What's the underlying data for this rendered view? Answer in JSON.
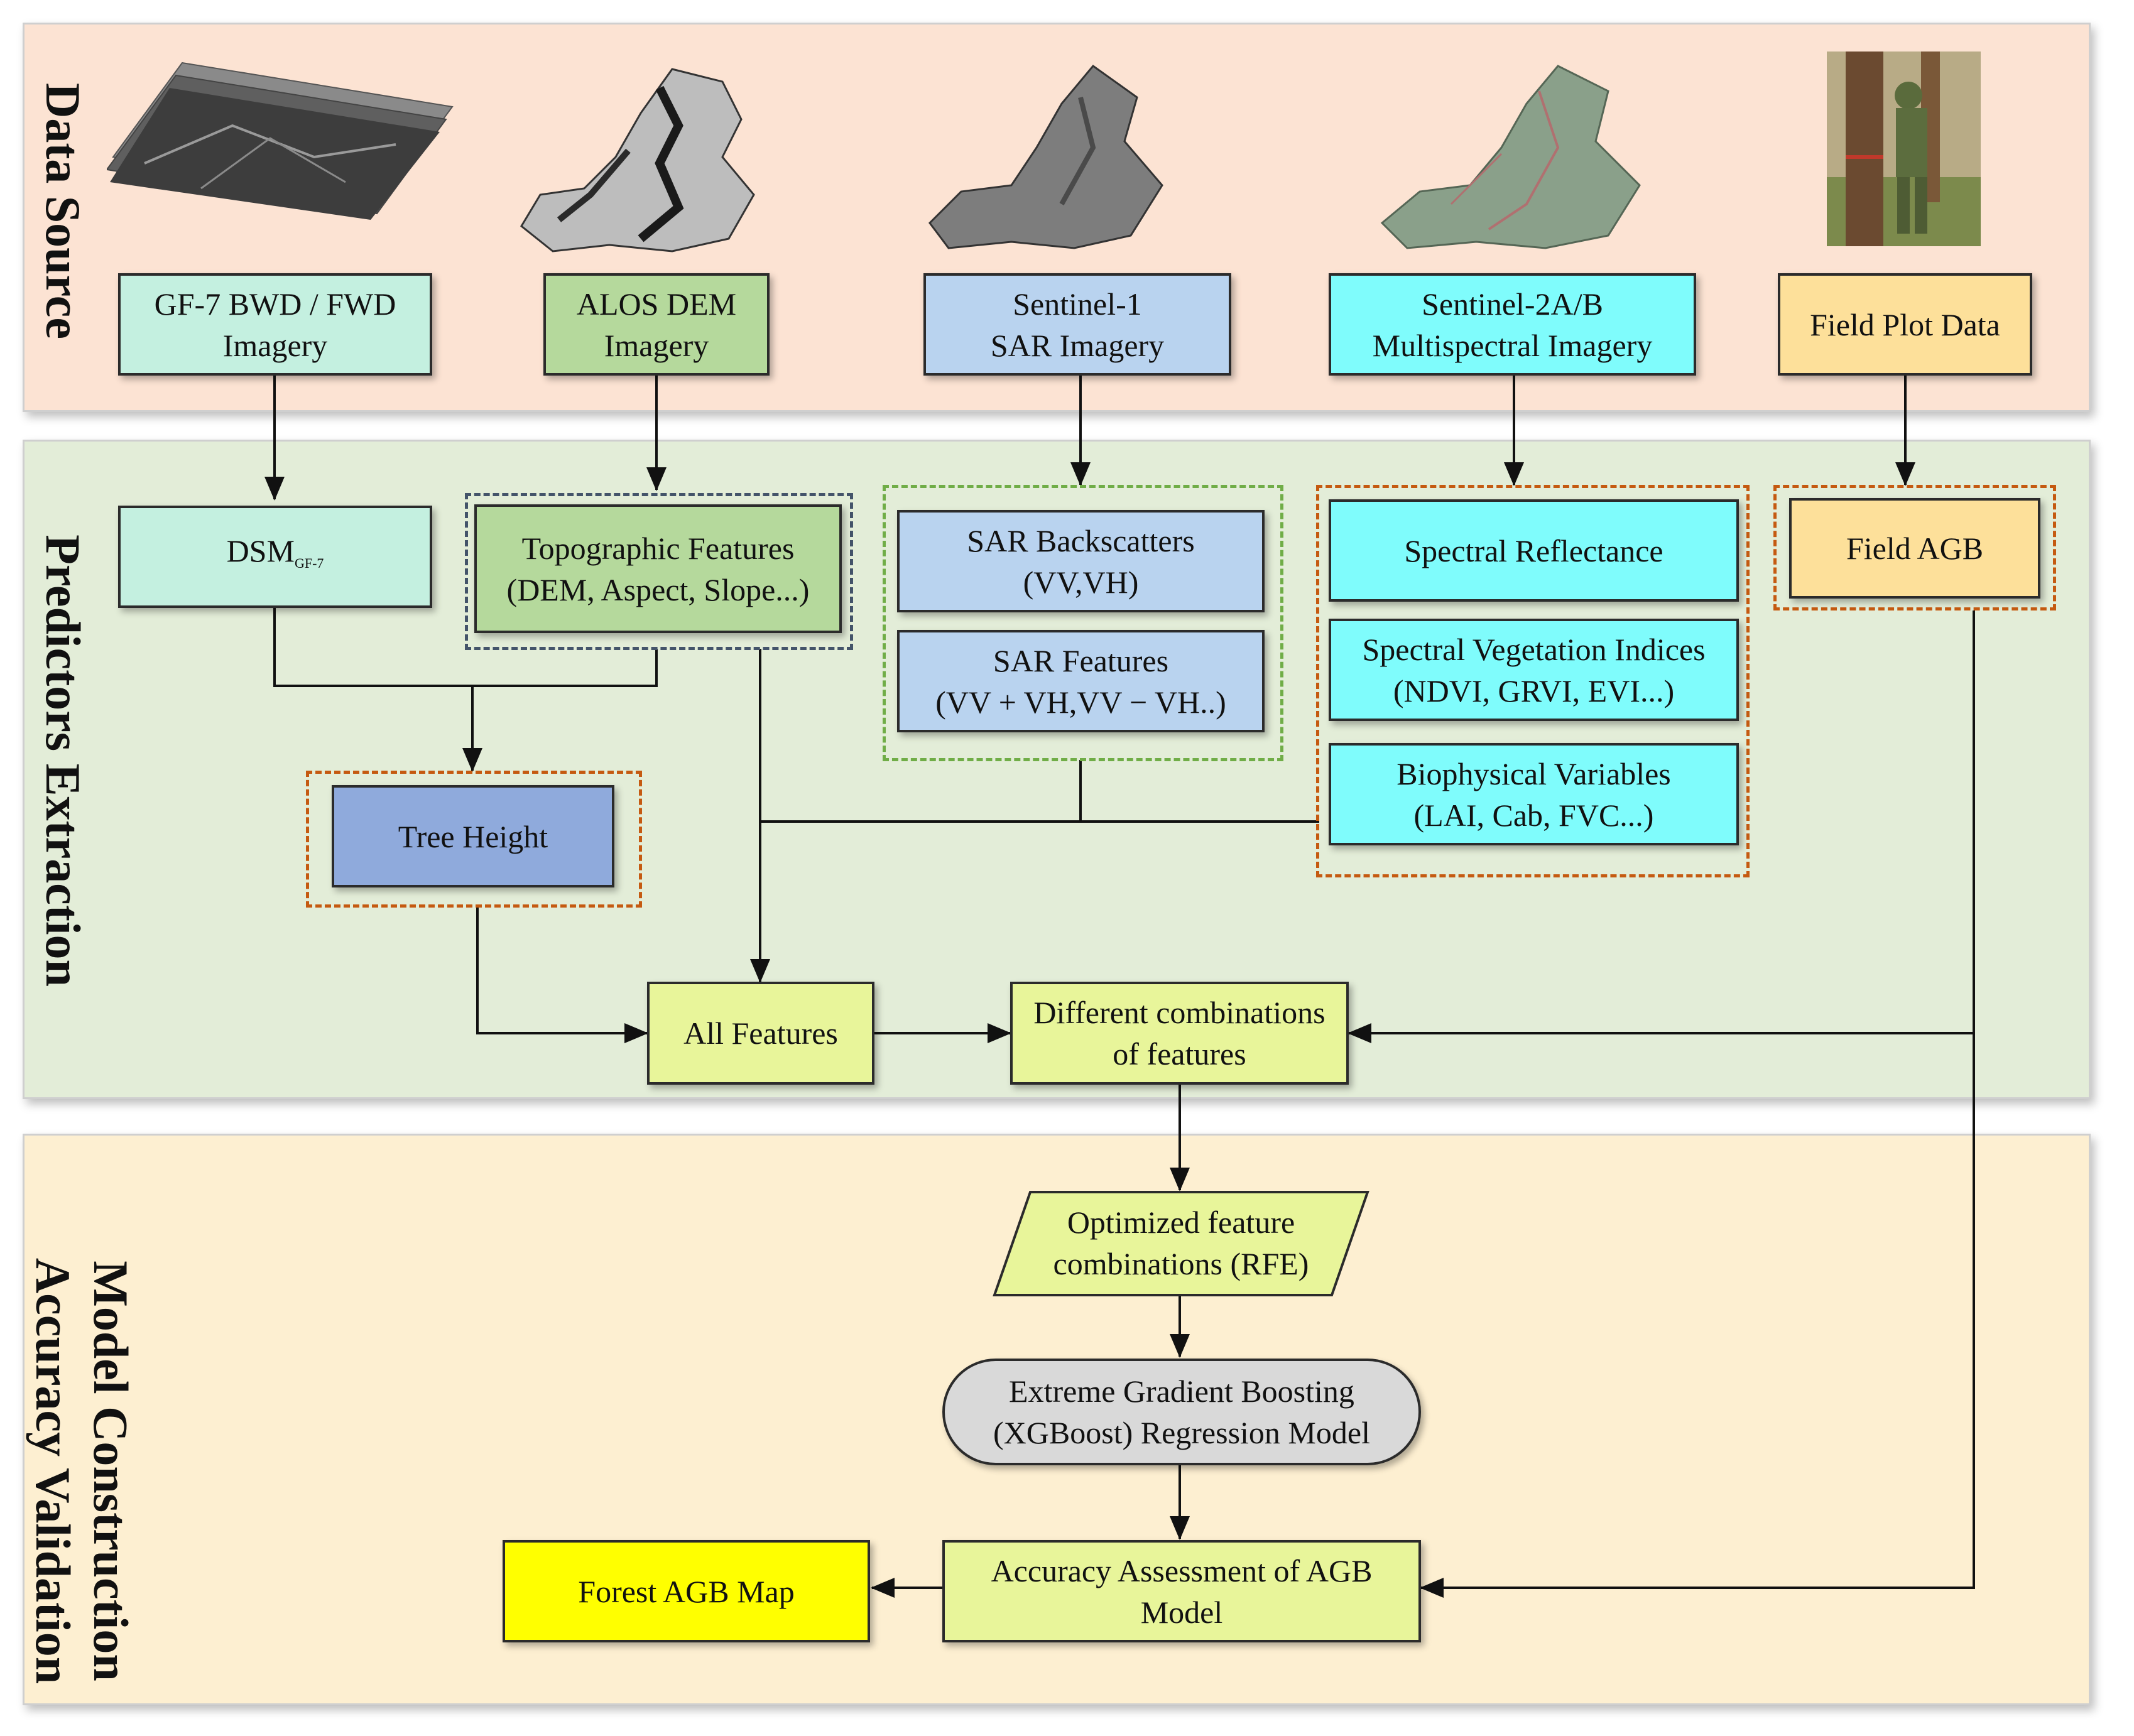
{
  "sections": {
    "data_source": "Data Source",
    "predictors": "Predictors Extraction",
    "model_line1": "Model Construction",
    "model_line2": "Accuracy Validation"
  },
  "data_sources": {
    "gf7": {
      "line1": "GF-7 BWD / FWD",
      "line2": "Imagery"
    },
    "alos": {
      "line1": "ALOS DEM",
      "line2": "Imagery"
    },
    "s1": {
      "line1": "Sentinel-1",
      "line2": "SAR Imagery"
    },
    "s2": {
      "line1": "Sentinel-2A/B",
      "line2": "Multispectral Imagery"
    },
    "field": {
      "line1": "Field Plot Data"
    }
  },
  "predictors": {
    "dsm": {
      "main": "DSM",
      "sub": "GF-7"
    },
    "topo": {
      "line1": "Topographic Features",
      "line2": "(DEM, Aspect, Slope...)"
    },
    "sar_back": {
      "line1": "SAR Backscatters",
      "line2": "(VV,VH)"
    },
    "sar_feat": {
      "line1": "SAR Features",
      "line2": "(VV + VH,VV − VH..)"
    },
    "spec_refl": {
      "line1": "Spectral Reflectance"
    },
    "svi": {
      "line1": "Spectral Vegetation Indices",
      "line2": "(NDVI, GRVI, EVI...)"
    },
    "bio": {
      "line1": "Biophysical Variables",
      "line2": "(LAI, Cab, FVC...)"
    },
    "field_agb": {
      "line1": "Field AGB"
    },
    "tree_height": {
      "line1": "Tree Height"
    },
    "all_features": {
      "line1": "All Features"
    },
    "diff_comb": {
      "line1": "Different combinations",
      "line2": "of features"
    }
  },
  "model": {
    "optimized": {
      "line1": "Optimized feature",
      "line2": "combinations (RFE)"
    },
    "xgb": {
      "line1": "Extreme Gradient Boosting",
      "line2": "(XGBoost) Regression Model"
    },
    "accuracy": {
      "line1": "Accuracy Assessment of AGB",
      "line2": "Model"
    },
    "agb_map": {
      "line1": "Forest AGB Map"
    }
  },
  "colors": {
    "data_source_bg": "#fce3d3",
    "predictors_bg": "#e3edd8",
    "model_bg": "#fdefd1",
    "gf7_box": "#c4f0e0",
    "alos_box": "#b5d99c",
    "s1_box": "#b9d3ef",
    "s2_box": "#7ffcfc",
    "field_box": "#fde09a",
    "tree_height_box": "#8faadc",
    "feature_box": "#e8f59a",
    "xgb_box": "#d9d9d9",
    "agb_map_box": "#ffff00",
    "dash_orange": "#c55a11",
    "dash_blue": "#44546a",
    "dash_green": "#70ad47"
  }
}
